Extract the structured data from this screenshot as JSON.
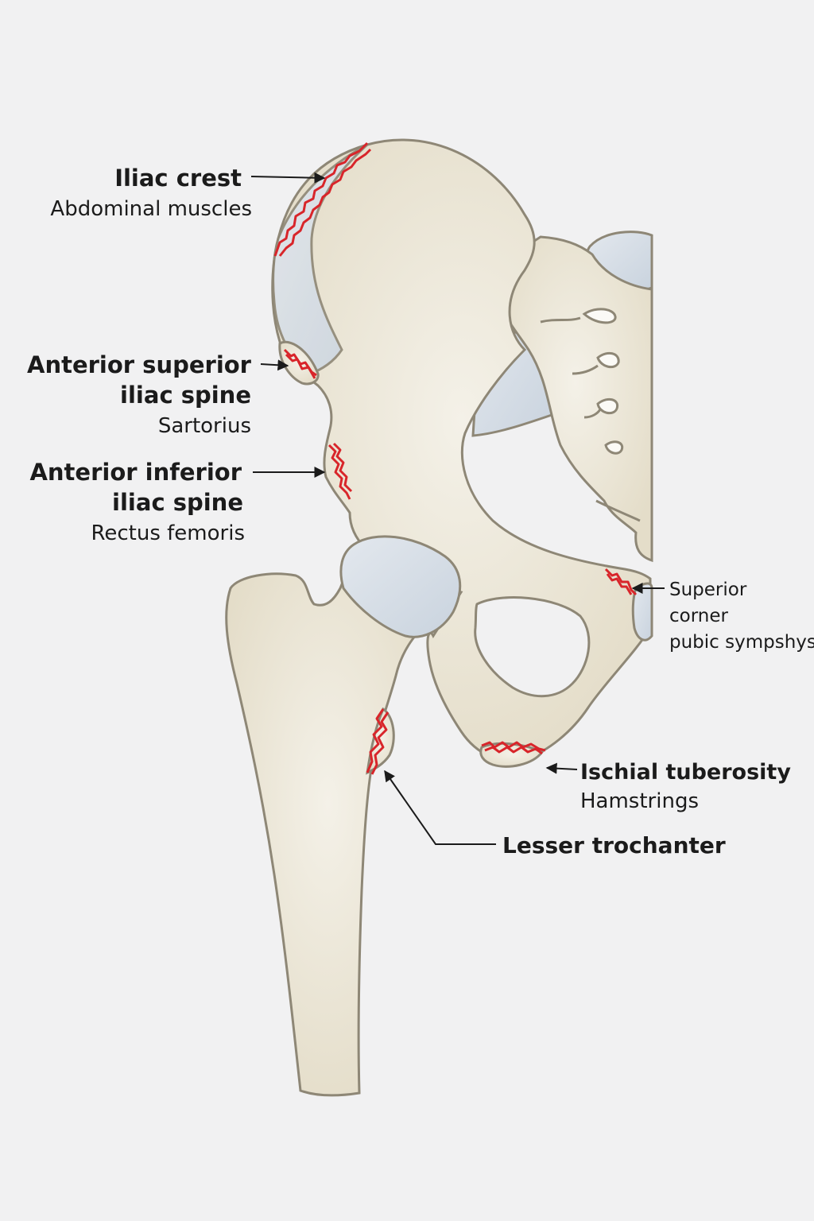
{
  "labels": {
    "iliac_crest": {
      "title": "Iliac crest",
      "muscle": "Abdominal muscles"
    },
    "asis": {
      "title_line1": "Anterior superior",
      "title_line2": "iliac spine",
      "muscle": "Sartorius"
    },
    "aiis": {
      "title_line1": "Anterior inferior",
      "title_line2": "iliac spine",
      "muscle": "Rectus femoris"
    },
    "pubic": {
      "line1": "Superior",
      "line2": "corner",
      "line3": "pubic sympshys"
    },
    "ischial": {
      "title": "Ischial tuberosity",
      "muscle": "Hamstrings"
    },
    "lesser_trochanter": {
      "title": "Lesser trochanter"
    }
  },
  "colors": {
    "background": "#f1f1f2",
    "bone": "#e7e1d0",
    "bone_outline": "#8e8776",
    "cartilage": "#d6dee6",
    "fracture": "#d8252a",
    "text": "#1b1b1b"
  }
}
